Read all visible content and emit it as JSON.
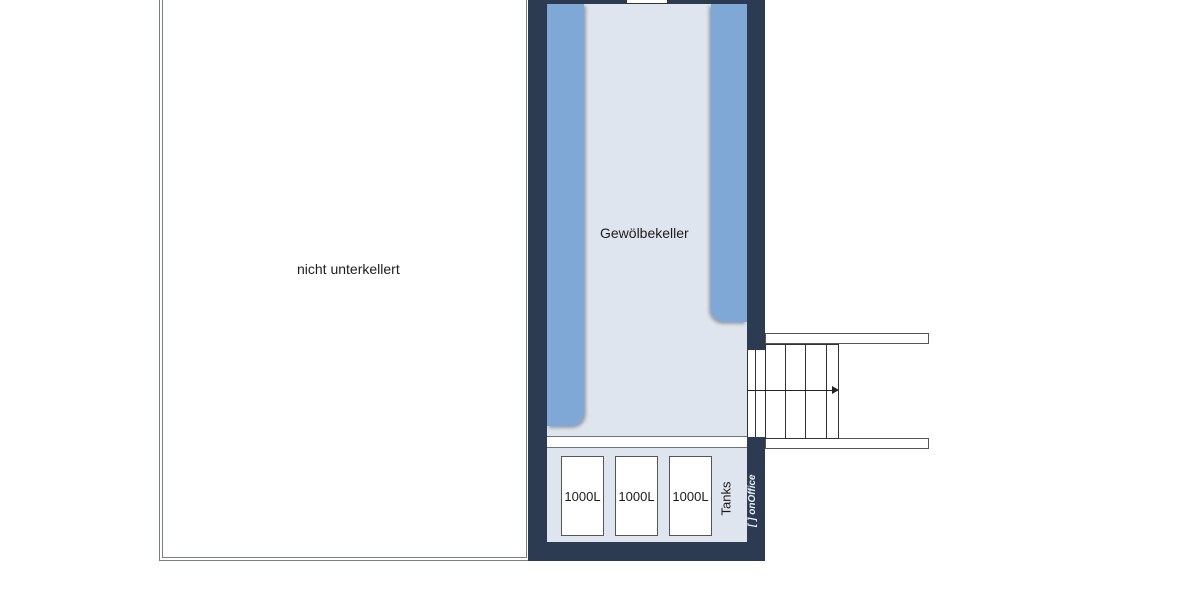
{
  "floorplan": {
    "rooms": {
      "unbasemented": {
        "label": "nicht unterkellert"
      },
      "vaulted_cellar": {
        "label": "Gewölbekeller"
      },
      "tank_room": {
        "label": "Tanks"
      }
    },
    "tanks": [
      {
        "label": "1000L"
      },
      {
        "label": "1000L"
      },
      {
        "label": "1000L"
      }
    ],
    "logo": {
      "text": "onOffice"
    },
    "colors": {
      "wall": "#2c3a52",
      "floor": "#dfe5ee",
      "vault_sides": "#7fa8d6",
      "outline": "#6d737c"
    }
  }
}
